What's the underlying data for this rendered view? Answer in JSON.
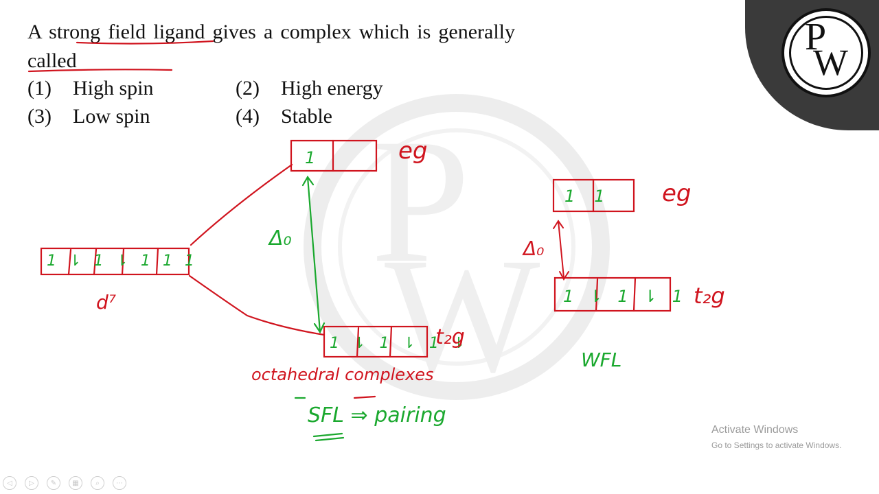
{
  "question": {
    "text": "A strong field ligand gives a complex which is generally called"
  },
  "options": [
    {
      "num": "(1)",
      "text": "High spin"
    },
    {
      "num": "(2)",
      "text": "High energy"
    },
    {
      "num": "(3)",
      "text": "Low spin"
    },
    {
      "num": "(4)",
      "text": "Stable"
    }
  ],
  "logo": {
    "letter_top": "P",
    "letter_bottom": "W"
  },
  "annotations": {
    "d7": "d⁷",
    "d7_boxes": [
      "1⇂",
      "1⇂",
      "1",
      "1",
      "1"
    ],
    "sfl_eg_label": "eg",
    "sfl_eg_boxes": [
      "1",
      ""
    ],
    "sfl_t2g_label": "t₂g",
    "sfl_t2g_boxes": [
      "1⇂",
      "1⇂",
      "1⇂"
    ],
    "delta_o_left": "Δ₀",
    "octahedral": "octahedral complexes",
    "sfl_pairing": "SFL ⇒ pairing",
    "wfl_eg_label": "eg",
    "wfl_eg_boxes": [
      "1",
      "1"
    ],
    "wfl_t2g_label": "t₂g",
    "wfl_t2g_boxes": [
      "1⇂",
      "1⇂",
      "1"
    ],
    "delta_o_right": "Δ₀",
    "wfl": "WFL"
  },
  "activation": {
    "title": "Activate Windows",
    "subtitle": "Go to Settings to activate Windows."
  },
  "colors": {
    "ink_red": "#d0141e",
    "ink_green": "#1aa82e",
    "logo_dark": "#3a3a3a"
  }
}
